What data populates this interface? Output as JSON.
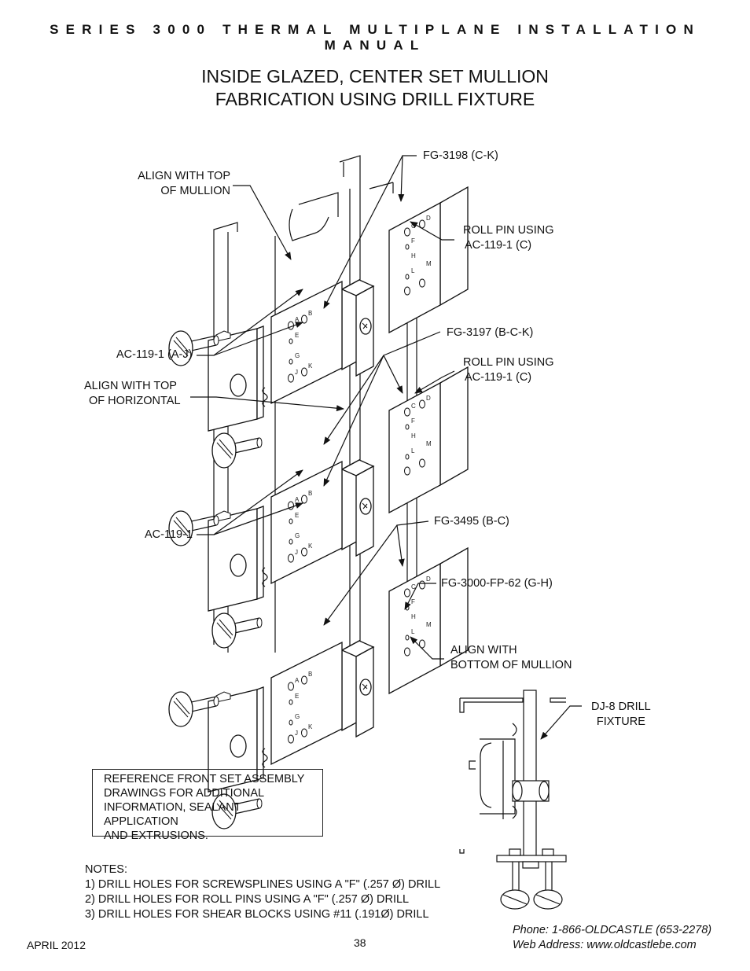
{
  "header": "SERIES 3000 THERMAL MULTIPLANE INSTALLATION MANUAL",
  "title": {
    "line1": "INSIDE GLAZED, CENTER SET MULLION",
    "line2": "FABRICATION USING DRILL FIXTURE"
  },
  "callouts": {
    "align_top_mullion": [
      "ALIGN WITH TOP",
      "OF MULLION"
    ],
    "fg3198": "FG-3198 (C-K)",
    "roll_pin_1": [
      "ROLL PIN USING",
      "AC-119-1 (C)"
    ],
    "ac119_aj": "AC-119-1 (A-J)",
    "fg3197": "FG-3197 (B-C-K)",
    "roll_pin_2": [
      "ROLL PIN USING",
      "AC-119-1 (C)"
    ],
    "align_top_horizontal": [
      "ALIGN WITH TOP",
      "OF HORIZONTAL"
    ],
    "ac119": "AC-119-1",
    "fg3495": "FG-3495 (B-C)",
    "fg3000": "FG-3000-FP-62 (G-H)",
    "align_bottom_mullion": [
      "ALIGN WITH",
      "BOTTOM OF MULLION"
    ],
    "dj8": [
      "DJ-8 DRILL",
      "FIXTURE"
    ]
  },
  "hole_labels": {
    "front": [
      "A",
      "B",
      "E",
      "G",
      "J",
      "K"
    ],
    "side": [
      "C",
      "D",
      "F",
      "H",
      "L",
      "M"
    ]
  },
  "reference_box": [
    "REFERENCE FRONT SET ASSEMBLY",
    "DRAWINGS FOR ADDITIONAL",
    "INFORMATION, SEALANT APPLICATION",
    "AND EXTRUSIONS."
  ],
  "notes": {
    "heading": "NOTES:",
    "items": [
      "1) DRILL HOLES FOR SCREWSPLINES USING A \"F\" (.257 Ø) DRILL",
      "2) DRILL HOLES FOR  ROLL PINS USING A \"F\" (.257 Ø) DRILL",
      "3) DRILL HOLES FOR SHEAR BLOCKS USING #11 (.191Ø) DRILL"
    ]
  },
  "footer": {
    "date": "APRIL 2012",
    "page": "38",
    "phone": "Phone: 1-866-OLDCASTLE (653-2278)",
    "web": "Web Address: www.oldcastlebe.com"
  }
}
